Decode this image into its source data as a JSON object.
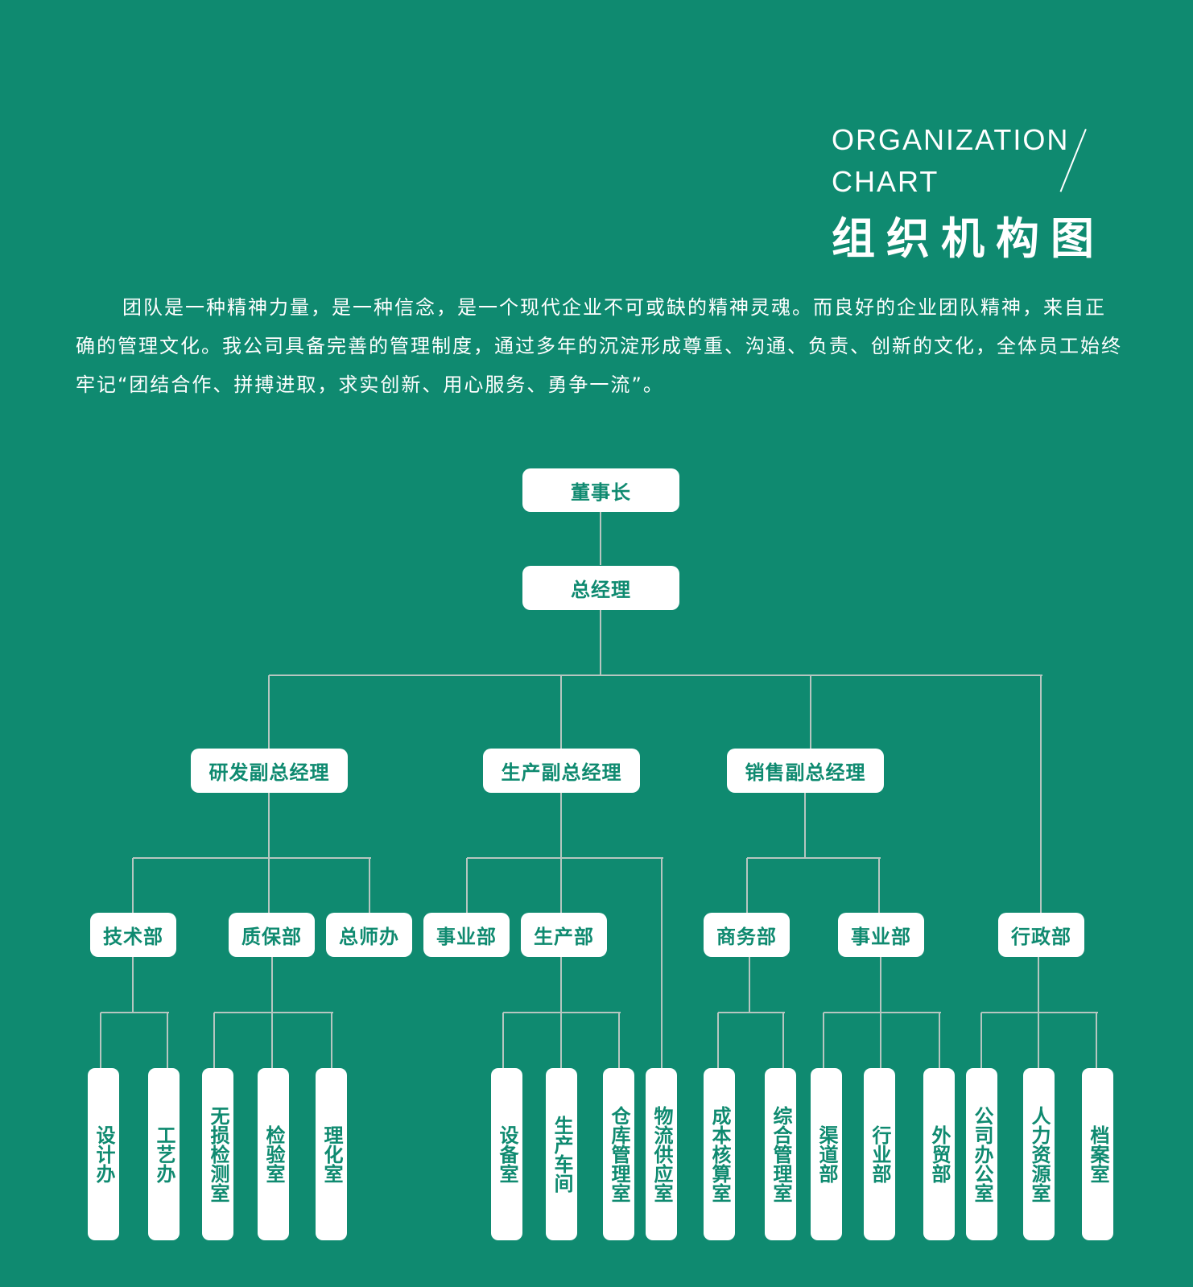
{
  "header": {
    "title_en_line1": "ORGANIZATION",
    "title_en_line2": "CHART",
    "title_cn": "组织机构图"
  },
  "intro": "团队是一种精神力量，是一种信念，是一个现代企业不可或缺的精神灵魂。而良好的企业团队精神，来自正确的管理文化。我公司具备完善的管理制度，通过多年的沉淀形成尊重、沟通、负责、创新的文化，全体员工始终牢记“团结合作、拼搏进取，求实创新、用心服务、勇争一流”。",
  "colors": {
    "background": "#0f8a70",
    "node": "#ffffff",
    "node_text": "#0f8a70",
    "connector": "#b6c6c0"
  },
  "org_chart": {
    "label": "董事长",
    "children": [
      {
        "label": "总经理",
        "children": [
          {
            "label": "研发副总经理",
            "children": [
              {
                "label": "技术部",
                "children": [
                  {
                    "label": "设计办"
                  },
                  {
                    "label": "工艺办"
                  }
                ]
              },
              {
                "label": "质保部",
                "children": [
                  {
                    "label": "无损检测室"
                  },
                  {
                    "label": "检验室"
                  },
                  {
                    "label": "理化室"
                  }
                ]
              },
              {
                "label": "总师办"
              }
            ]
          },
          {
            "label": "生产副总经理",
            "children": [
              {
                "label": "事业部"
              },
              {
                "label": "生产部",
                "children": [
                  {
                    "label": "设备室"
                  },
                  {
                    "label": "生产车间"
                  },
                  {
                    "label": "仓库管理室"
                  }
                ]
              },
              {
                "label": "物流供应室"
              }
            ]
          },
          {
            "label": "销售副总经理",
            "children": [
              {
                "label": "商务部",
                "children": [
                  {
                    "label": "成本核算室"
                  },
                  {
                    "label": "综合管理室"
                  }
                ]
              },
              {
                "label": "事业部",
                "children": [
                  {
                    "label": "渠道部"
                  },
                  {
                    "label": "行业部"
                  },
                  {
                    "label": "外贸部"
                  }
                ]
              }
            ]
          },
          {
            "label": "行政部",
            "children": [
              {
                "label": "公司办公室"
              },
              {
                "label": "人力资源室"
              },
              {
                "label": "档案室"
              }
            ]
          }
        ]
      }
    ]
  }
}
